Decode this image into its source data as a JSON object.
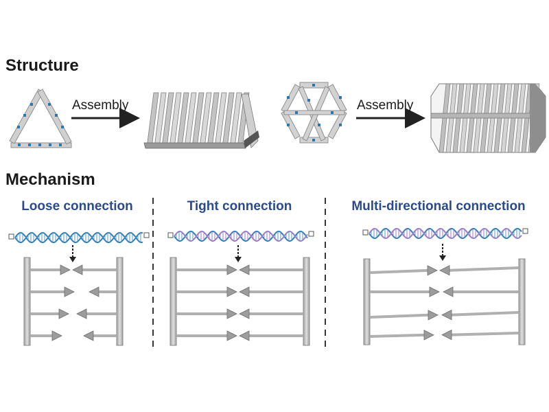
{
  "sections": {
    "structure": "Structure",
    "mechanism": "Mechanism"
  },
  "structure": {
    "arrow_label_1": "Assembly",
    "arrow_label_2": "Assembly"
  },
  "mechanism": {
    "panels": [
      {
        "title": "Loose connection"
      },
      {
        "title": "Tight connection"
      },
      {
        "title": "Multi-directional connection"
      }
    ]
  },
  "colors": {
    "title_blue": "#2b4a8a",
    "bar_gray": "#bdbdbd",
    "strand_blue": "#2e7fb5",
    "strand_purple": "#9b7fc7",
    "dot_blue": "#2b78b0"
  }
}
